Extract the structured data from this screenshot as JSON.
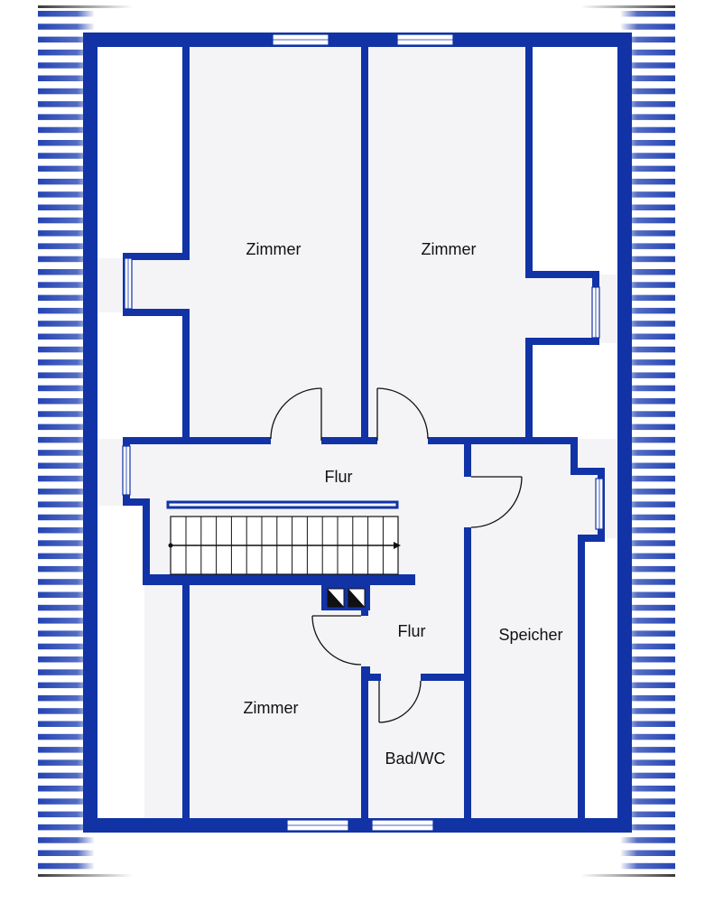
{
  "colors": {
    "wall": "#1133a6",
    "floor": "#f4f4f6",
    "roof_stripe": "#1a3bb0",
    "window": "#ffffff",
    "stairs": "#111111",
    "background": "#ffffff"
  },
  "rooms": [
    {
      "id": "zimmer-top-left",
      "label": "Zimmer"
    },
    {
      "id": "zimmer-top-right",
      "label": "Zimmer"
    },
    {
      "id": "flur-upper",
      "label": "Flur"
    },
    {
      "id": "flur-lower",
      "label": "Flur"
    },
    {
      "id": "speicher",
      "label": "Speicher"
    },
    {
      "id": "zimmer-bottom",
      "label": "Zimmer"
    },
    {
      "id": "bad-wc",
      "label": "Bad/WC"
    }
  ],
  "icons": {
    "stairs": "stairs-icon",
    "chimney": "chimney-icon",
    "window": "window-icon",
    "door": "door-swing-icon"
  }
}
